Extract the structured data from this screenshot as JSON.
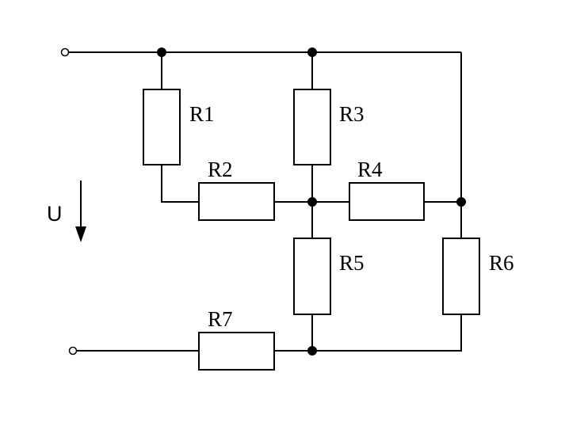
{
  "resistors": [
    {
      "id": "r1",
      "label": "R1"
    },
    {
      "id": "r2",
      "label": "R2"
    },
    {
      "id": "r3",
      "label": "R3"
    },
    {
      "id": "r4",
      "label": "R4"
    },
    {
      "id": "r5",
      "label": "R5"
    },
    {
      "id": "r6",
      "label": "R6"
    },
    {
      "id": "r7",
      "label": "R7"
    }
  ],
  "voltage": {
    "label": "U"
  }
}
